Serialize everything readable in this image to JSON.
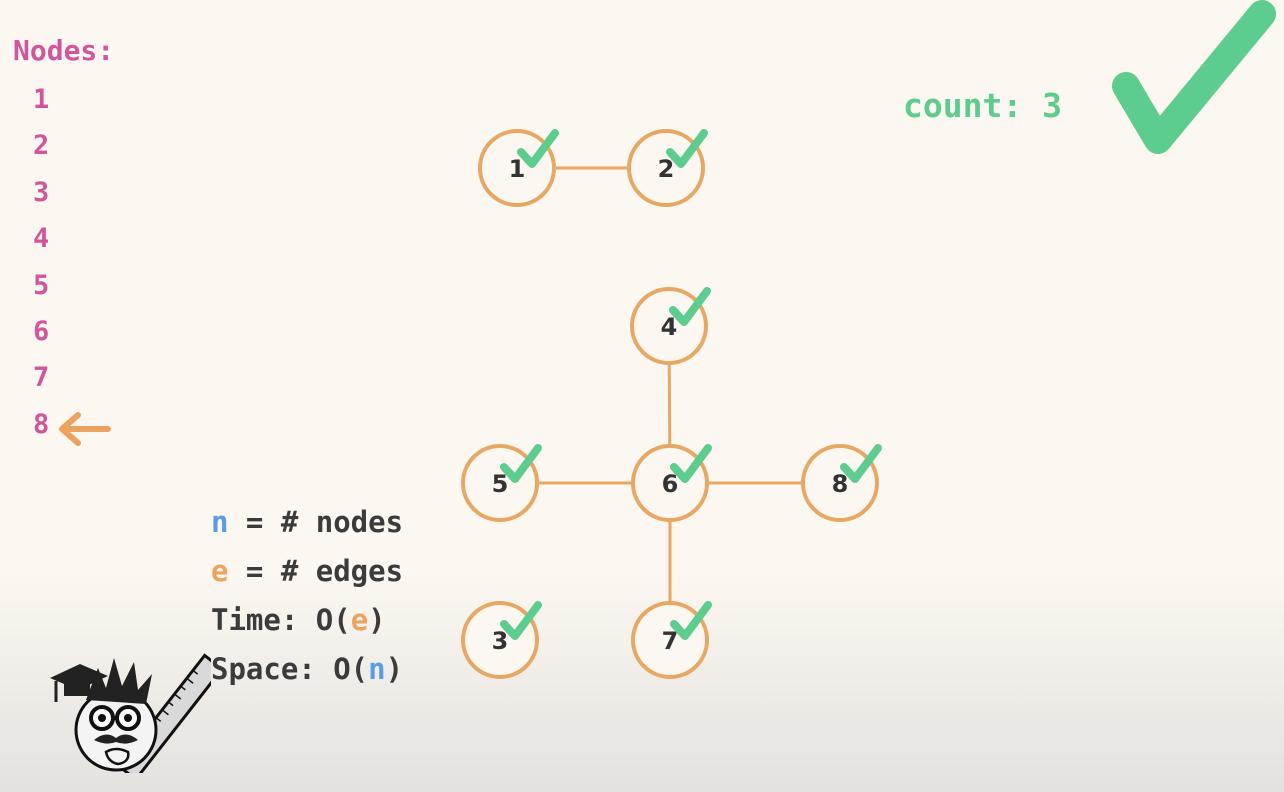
{
  "nodes_panel": {
    "title": "Nodes:",
    "items": [
      "1",
      "2",
      "3",
      "4",
      "5",
      "6",
      "7",
      "8"
    ],
    "current": "8"
  },
  "count": {
    "label": "count: 3"
  },
  "graph": {
    "nodes": [
      {
        "id": "1",
        "label": "1",
        "visited": true
      },
      {
        "id": "2",
        "label": "2",
        "visited": true
      },
      {
        "id": "3",
        "label": "3",
        "visited": true
      },
      {
        "id": "4",
        "label": "4",
        "visited": true
      },
      {
        "id": "5",
        "label": "5",
        "visited": true
      },
      {
        "id": "6",
        "label": "6",
        "visited": true
      },
      {
        "id": "7",
        "label": "7",
        "visited": true
      },
      {
        "id": "8",
        "label": "8",
        "visited": true
      }
    ],
    "edges": [
      [
        "1",
        "2"
      ],
      [
        "4",
        "6"
      ],
      [
        "5",
        "6"
      ],
      [
        "6",
        "8"
      ],
      [
        "6",
        "7"
      ]
    ]
  },
  "complexity": {
    "n_var": "n",
    "n_def": " = # nodes",
    "e_var": "e",
    "e_def": " = # edges",
    "time_prefix": "Time: O(",
    "time_var": "e",
    "time_suffix": ")",
    "space_prefix": "Space: O(",
    "space_var": "n",
    "space_suffix": ")"
  },
  "colors": {
    "label_pink": "#d2559c",
    "node_border": "#e8a762",
    "check_green": "#5ccc8f",
    "n_blue": "#5a9de6",
    "e_orange": "#eba35f"
  }
}
